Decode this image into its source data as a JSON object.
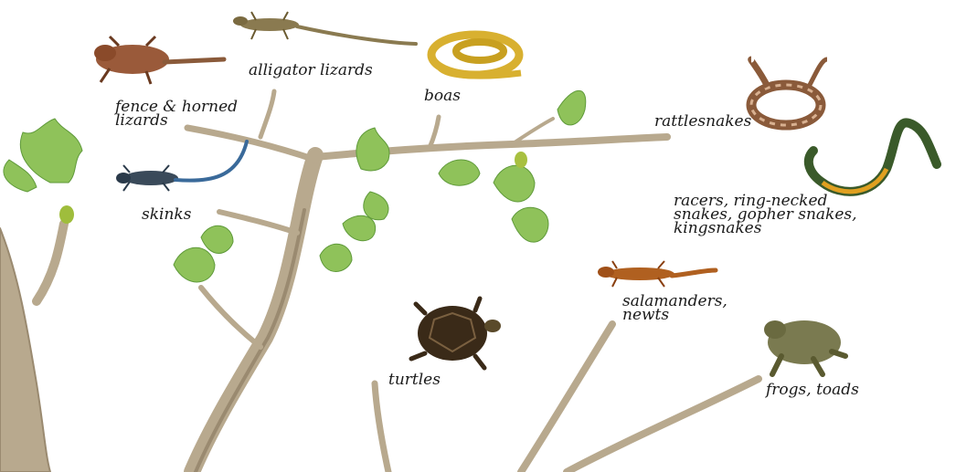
{
  "colors": {
    "branch": "#b8a98e",
    "branch_dark": "#8f7f66",
    "leaf": "#8fc25a",
    "leaf_dark": "#5f9a3a",
    "text": "#1a1a1a"
  },
  "groups": [
    {
      "id": "fence-horned-lizards",
      "icon": "horned-lizard-icon",
      "lines": [
        "fence & horned",
        "lizards"
      ]
    },
    {
      "id": "alligator-lizards",
      "icon": "alligator-lizard-icon",
      "lines": [
        "alligator lizards"
      ]
    },
    {
      "id": "boas",
      "icon": "boa-icon",
      "lines": [
        "boas"
      ]
    },
    {
      "id": "rattlesnakes",
      "icon": "rattlesnake-icon",
      "lines": [
        "rattlesnakes"
      ]
    },
    {
      "id": "racers",
      "icon": "racer-snake-icon",
      "lines": [
        "racers, ring-necked",
        "snakes, gopher snakes,",
        "kingsnakes"
      ]
    },
    {
      "id": "skinks",
      "icon": "skink-icon",
      "lines": [
        "skinks"
      ]
    },
    {
      "id": "salamanders",
      "icon": "salamander-icon",
      "lines": [
        "salamanders,",
        "newts"
      ]
    },
    {
      "id": "turtles",
      "icon": "turtle-icon",
      "lines": [
        "turtles"
      ]
    },
    {
      "id": "frogs",
      "icon": "frog-icon",
      "lines": [
        "frogs, toads"
      ]
    }
  ]
}
